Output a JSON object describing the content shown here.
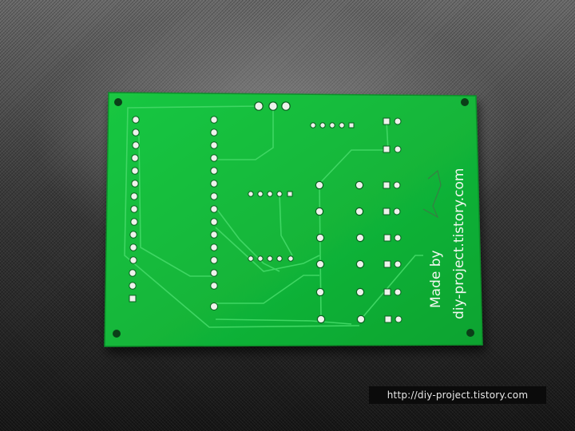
{
  "image": {
    "silkscreen": {
      "line1": "Made by",
      "line2": "diy-project.tistory.com"
    },
    "watermark": "http://diy-project.tistory.com"
  },
  "colors": {
    "board": "#13b83a",
    "board_edge": "#0f9e31",
    "trace": "#38d35c",
    "pad": "#eef2ec",
    "background": "#2b2b2b"
  }
}
